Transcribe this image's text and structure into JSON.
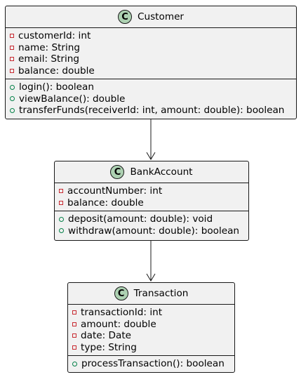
{
  "classes": {
    "customer": {
      "name": "Customer",
      "stereotype": "C",
      "attributes": [
        "customerId: int",
        "name: String",
        "email: String",
        "balance: double"
      ],
      "methods": [
        "login(): boolean",
        "viewBalance(): double",
        "transferFunds(receiverId: int, amount: double): boolean"
      ]
    },
    "bank_account": {
      "name": "BankAccount",
      "stereotype": "C",
      "attributes": [
        "accountNumber: int",
        "balance: double"
      ],
      "methods": [
        "deposit(amount: double): void",
        "withdraw(amount: double): boolean"
      ]
    },
    "transaction": {
      "name": "Transaction",
      "stereotype": "C",
      "attributes": [
        "transactionId: int",
        "amount: double",
        "date: Date",
        "type: String"
      ],
      "methods": [
        "processTransaction(): boolean"
      ]
    }
  },
  "colors": {
    "class_fill": "#f1f1f1",
    "border": "#181818",
    "stereotype_fill": "#add1b2",
    "private_marker": "#c82930",
    "public_marker": "#038048"
  }
}
